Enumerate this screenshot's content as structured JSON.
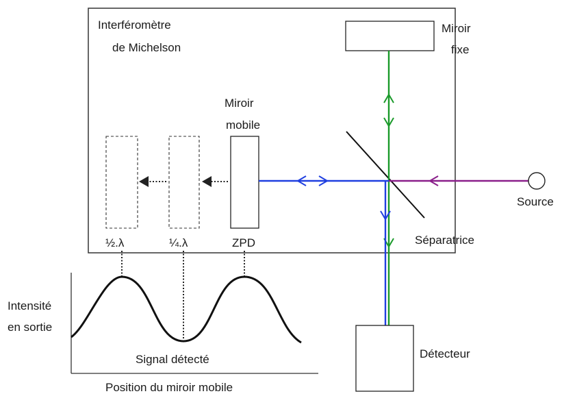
{
  "title": [
    "Interféromètre",
    "de Michelson"
  ],
  "fixed_mirror": [
    "Miroir",
    "fixe"
  ],
  "moving_mirror": [
    "Miroir",
    "mobile"
  ],
  "source": "Source",
  "splitter": "Séparatrice",
  "detector": "Détecteur",
  "positions": {
    "half": "½.λ",
    "quarter": "¼.λ",
    "zpd": "ZPD"
  },
  "graph": {
    "ylabel": [
      "Intensité",
      "en sortie"
    ],
    "curve_label": "Signal détecté",
    "xlabel": "Position du miroir mobile"
  },
  "colors": {
    "green_beam": "#1a9a2a",
    "blue_beam": "#1f3fe0",
    "purple_beam": "#8a1f8a"
  }
}
